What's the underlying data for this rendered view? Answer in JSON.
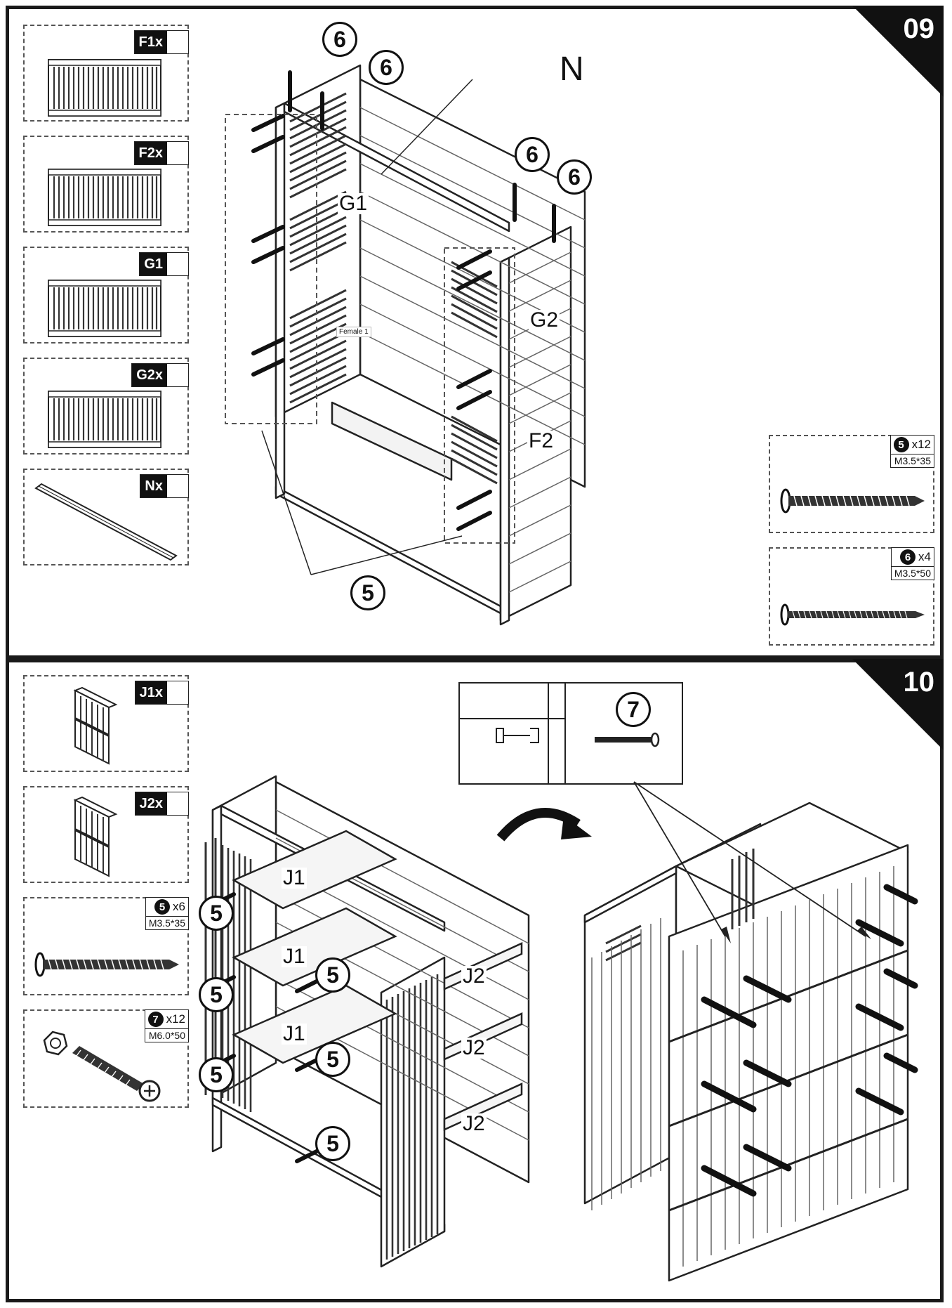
{
  "steps": [
    {
      "number": "09",
      "parts": [
        {
          "id": "F1x"
        },
        {
          "id": "F2x"
        },
        {
          "id": "G1"
        },
        {
          "id": "G2x"
        },
        {
          "id": "Nx"
        }
      ],
      "hardware": [
        {
          "ref": "5",
          "qty": "x12",
          "spec": "M3.5*35"
        },
        {
          "ref": "6",
          "qty": "x4",
          "spec": "M3.5*50"
        }
      ],
      "labels": {
        "g1": "G1",
        "g2": "G2",
        "f2": "F2",
        "n": "N",
        "note": "Female 1"
      },
      "callouts": {
        "screw6": "6",
        "screw5": "5"
      }
    },
    {
      "number": "10",
      "parts": [
        {
          "id": "J1x"
        },
        {
          "id": "J2x"
        }
      ],
      "hardware": [
        {
          "ref": "5",
          "qty": "x6",
          "spec": "M3.5*35"
        },
        {
          "ref": "7",
          "qty": "x12",
          "spec": "M6.0*50"
        }
      ],
      "labels": {
        "j1": "J1",
        "j2": "J2"
      },
      "callouts": {
        "screw5": "5",
        "bolt7": "7"
      }
    }
  ]
}
